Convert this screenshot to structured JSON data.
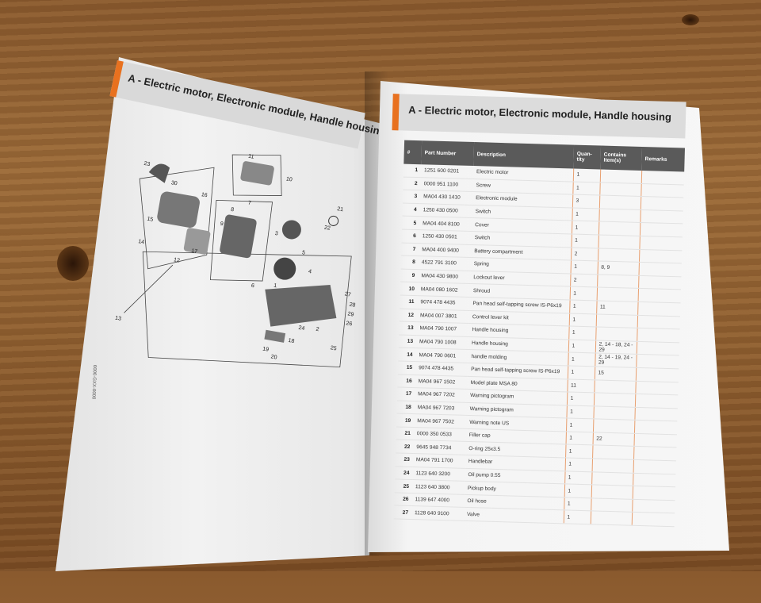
{
  "left_page": {
    "title": "A - Electric motor, Electronic module, Handle housing",
    "callouts": [
      "23",
      "30",
      "16",
      "15",
      "14",
      "12",
      "17",
      "11",
      "8",
      "3",
      "10",
      "7",
      "9",
      "21",
      "22",
      "5",
      "4",
      "6",
      "1",
      "27",
      "28",
      "29",
      "26",
      "13",
      "2",
      "24",
      "18",
      "19",
      "20",
      "25"
    ],
    "side_code": "0000-GXX-0000"
  },
  "right_page": {
    "title": "A - Electric motor, Electronic module, Handle housing",
    "columns": [
      "#",
      "Part Number",
      "Description",
      "Quan-tity",
      "Contains Item(s)",
      "Remarks"
    ],
    "rows": [
      {
        "n": "1",
        "pn": "1251 600 0201",
        "desc": "Electric motor",
        "qty": "1",
        "contains": "",
        "rem": ""
      },
      {
        "n": "2",
        "pn": "0000 951 1100",
        "desc": "Screw",
        "qty": "1",
        "contains": "",
        "rem": ""
      },
      {
        "n": "3",
        "pn": "MA04 430 1410",
        "desc": "Electronic module",
        "qty": "3",
        "contains": "",
        "rem": ""
      },
      {
        "n": "4",
        "pn": "1250 430 0500",
        "desc": "Switch",
        "qty": "1",
        "contains": "",
        "rem": ""
      },
      {
        "n": "5",
        "pn": "MA04 404 8100",
        "desc": "Cover",
        "qty": "1",
        "contains": "",
        "rem": ""
      },
      {
        "n": "6",
        "pn": "1250 430 0501",
        "desc": "Switch",
        "qty": "1",
        "contains": "",
        "rem": ""
      },
      {
        "n": "7",
        "pn": "MA04 400 9400",
        "desc": "Battery compartment",
        "qty": "2",
        "contains": "",
        "rem": ""
      },
      {
        "n": "8",
        "pn": "4522 791 3100",
        "desc": "Spring",
        "qty": "1",
        "contains": "8, 9",
        "rem": ""
      },
      {
        "n": "9",
        "pn": "MA04 430 9800",
        "desc": "Lockout lever",
        "qty": "2",
        "contains": "",
        "rem": ""
      },
      {
        "n": "10",
        "pn": "MA04 080 1602",
        "desc": "Shroud",
        "qty": "1",
        "contains": "",
        "rem": ""
      },
      {
        "n": "11",
        "pn": "9074 478 4435",
        "desc": "Pan head self-tapping screw IS-P6x19",
        "qty": "1",
        "contains": "11",
        "rem": ""
      },
      {
        "n": "12",
        "pn": "MA04 007 3801",
        "desc": "Control lever kit",
        "qty": "1",
        "contains": "",
        "rem": ""
      },
      {
        "n": "13",
        "pn": "MA04 790 1007",
        "desc": "Handle housing",
        "qty": "1",
        "contains": "",
        "rem": ""
      },
      {
        "n": "13",
        "pn": "MA04 790 1008",
        "desc": "Handle housing",
        "qty": "1",
        "contains": "2, 14 - 18, 24 - 29",
        "rem": ""
      },
      {
        "n": "14",
        "pn": "MA04 790 0601",
        "desc": "handle molding",
        "qty": "1",
        "contains": "2, 14 - 19, 24 - 29",
        "rem": ""
      },
      {
        "n": "15",
        "pn": "9074 478 4435",
        "desc": "Pan head self-tapping screw IS-P6x19",
        "qty": "1",
        "contains": "15",
        "rem": ""
      },
      {
        "n": "16",
        "pn": "MA04 967 1502",
        "desc": "Model plate MSA 80",
        "qty": "11",
        "contains": "",
        "rem": ""
      },
      {
        "n": "17",
        "pn": "MA04 967 7202",
        "desc": "Warning pictogram",
        "qty": "1",
        "contains": "",
        "rem": ""
      },
      {
        "n": "18",
        "pn": "MA04 967 7203",
        "desc": "Warning pictogram",
        "qty": "1",
        "contains": "",
        "rem": ""
      },
      {
        "n": "19",
        "pn": "MA04 967 7502",
        "desc": "Warning note US",
        "qty": "1",
        "contains": "",
        "rem": ""
      },
      {
        "n": "21",
        "pn": "0000 350 0533",
        "desc": "Filler cap",
        "qty": "1",
        "contains": "22",
        "rem": ""
      },
      {
        "n": "22",
        "pn": "9645 948 7734",
        "desc": "O-ring 25x3.5",
        "qty": "1",
        "contains": "",
        "rem": ""
      },
      {
        "n": "23",
        "pn": "MA04 791 1700",
        "desc": "Handlebar",
        "qty": "1",
        "contains": "",
        "rem": ""
      },
      {
        "n": "24",
        "pn": "1123 640 3200",
        "desc": "Oil pump 0.55",
        "qty": "1",
        "contains": "",
        "rem": ""
      },
      {
        "n": "25",
        "pn": "1123 640 3800",
        "desc": "Pickup body",
        "qty": "1",
        "contains": "",
        "rem": ""
      },
      {
        "n": "26",
        "pn": "1139 647 4000",
        "desc": "Oil hose",
        "qty": "1",
        "contains": "",
        "rem": ""
      },
      {
        "n": "27",
        "pn": "1128 640 9100",
        "desc": "Valve",
        "qty": "1",
        "contains": "",
        "rem": ""
      }
    ]
  },
  "colors": {
    "accent": "#e8711f",
    "header_bg": "#dcdcdc",
    "table_head": "#5a5a5a",
    "wood": "#8f5f30"
  }
}
